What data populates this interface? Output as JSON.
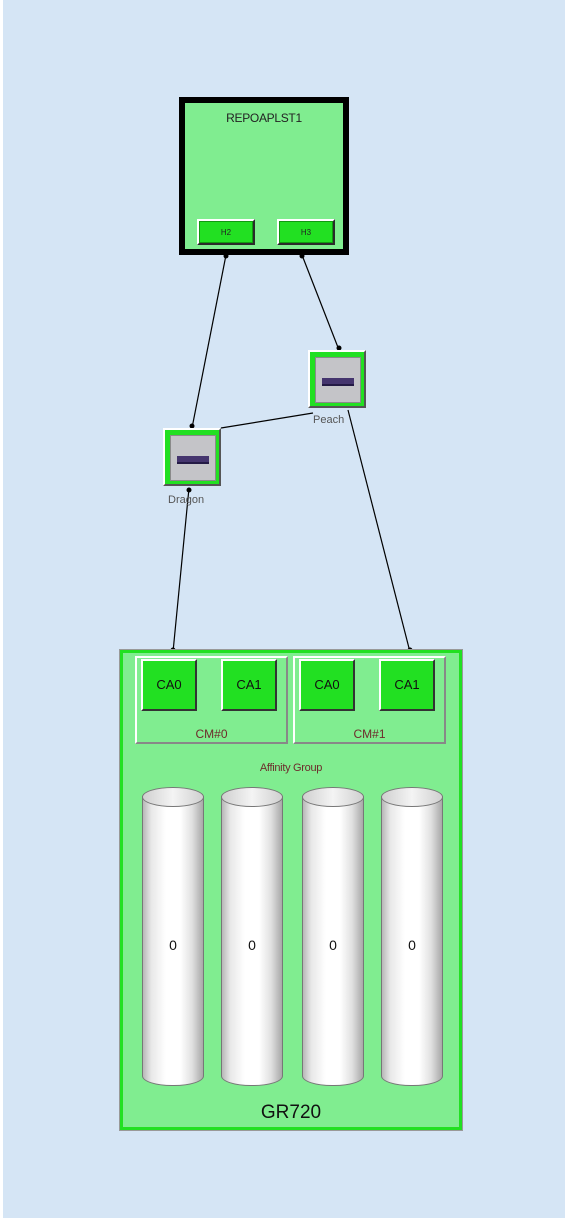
{
  "host": {
    "name": "REPOAPLST1",
    "ports": [
      "H2",
      "H3"
    ]
  },
  "switches": [
    {
      "name": "Peach"
    },
    {
      "name": "Dragon"
    }
  ],
  "storage": {
    "name": "GR720",
    "controllers": [
      {
        "name": "CM#0",
        "adapters": [
          "CA0",
          "CA1"
        ]
      },
      {
        "name": "CM#1",
        "adapters": [
          "CA0",
          "CA1"
        ]
      }
    ],
    "affinity_group_label": "Affinity Group",
    "volumes": [
      "0",
      "0",
      "0",
      "0"
    ]
  },
  "colors": {
    "background": "#d5e5f5",
    "node_fill": "#80ed90",
    "port_fill": "#22e022",
    "host_border": "#000000",
    "label_text": "#6d2c2c"
  }
}
